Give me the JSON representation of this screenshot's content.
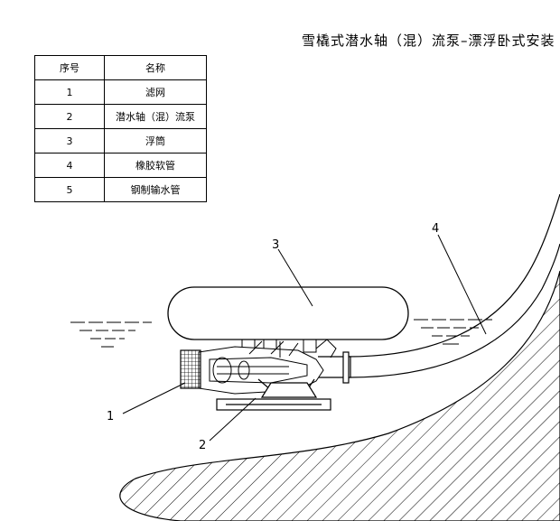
{
  "title": "雪橇式潜水轴（混）流泵–漂浮卧式安装",
  "table": {
    "headers": [
      "序号",
      "名称"
    ],
    "rows": [
      [
        "1",
        "滤网"
      ],
      [
        "2",
        "潜水轴（混）流泵"
      ],
      [
        "3",
        "浮筒"
      ],
      [
        "4",
        "橡胶软管"
      ],
      [
        "5",
        "钢制输水管"
      ]
    ]
  },
  "callouts": [
    "1",
    "2",
    "3",
    "4"
  ]
}
